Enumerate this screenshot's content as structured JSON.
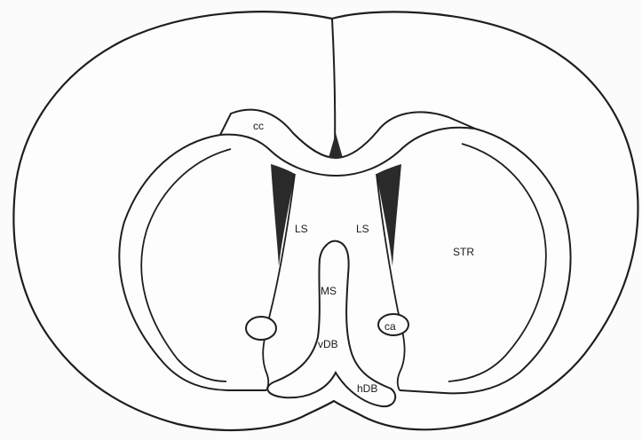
{
  "labels": {
    "cc": "cc",
    "ls_left": "LS",
    "ls_right": "LS",
    "str": "STR",
    "ms": "MS",
    "ca": "ca",
    "vdb": "vDB",
    "hdb": "hDB"
  }
}
